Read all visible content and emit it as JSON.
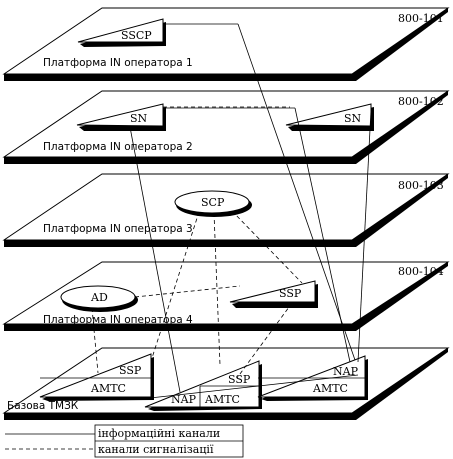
{
  "platforms": [
    {
      "code": "800-101",
      "name": "Платформа IN оператора 1"
    },
    {
      "code": "800-102",
      "name": "Платформа IN оператора 2"
    },
    {
      "code": "800-103",
      "name": "Платформа IN оператора 3"
    },
    {
      "code": "800-104",
      "name": "Платформа IN оператора 4"
    }
  ],
  "base": {
    "name": "Базова ТМЗК"
  },
  "nodes": {
    "sscp": "SSCP",
    "sn_left": "SN",
    "sn_right": "SN",
    "scp": "SCP",
    "ad": "AD",
    "ssp_p4": "SSP",
    "ssp_left": "SSP",
    "amtc_left": "AMTC",
    "nap_mid": "NAP",
    "ssp_mid": "SSP",
    "amtc_mid": "AMTC",
    "nap_right": "NAP",
    "amtc_right": "AMTC"
  },
  "legend": {
    "info": "інформаційні канали",
    "signal": "канали сигналізації"
  }
}
